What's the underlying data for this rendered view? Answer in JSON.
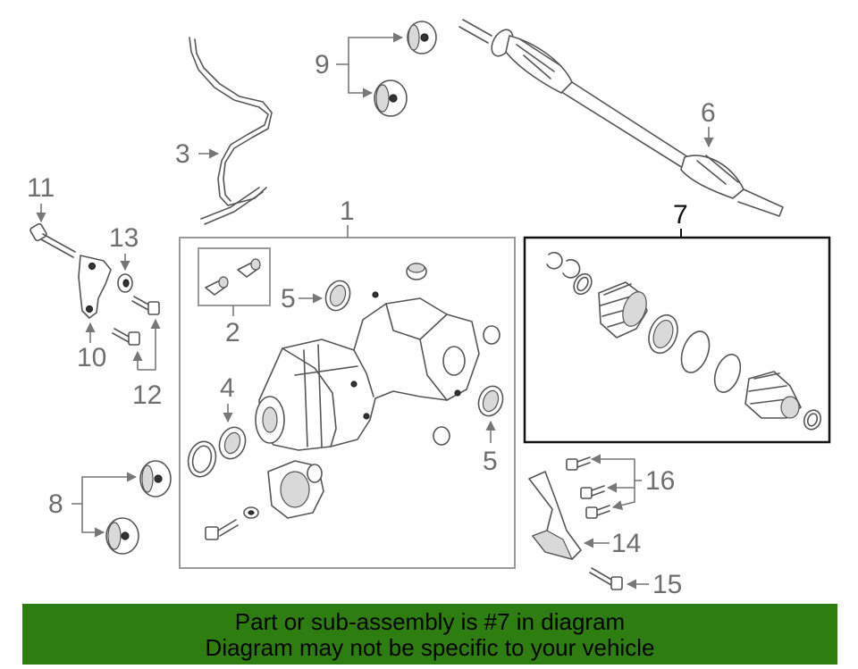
{
  "callouts": {
    "c1": "1",
    "c2": "2",
    "c3": "3",
    "c4": "4",
    "c5a": "5",
    "c5b": "5",
    "c6": "6",
    "c7": "7",
    "c8": "8",
    "c9": "9",
    "c10": "10",
    "c11": "11",
    "c12": "12",
    "c13": "13",
    "c14": "14",
    "c15": "15",
    "c16": "16"
  },
  "banner": {
    "line1": "Part or sub-assembly is #7 in diagram",
    "line2": "Diagram may not be specific to your vehicle"
  },
  "colors": {
    "banner_bg": "#2e7d10",
    "callout_text": "#6e6e6e",
    "highlight_box": "#111111"
  }
}
